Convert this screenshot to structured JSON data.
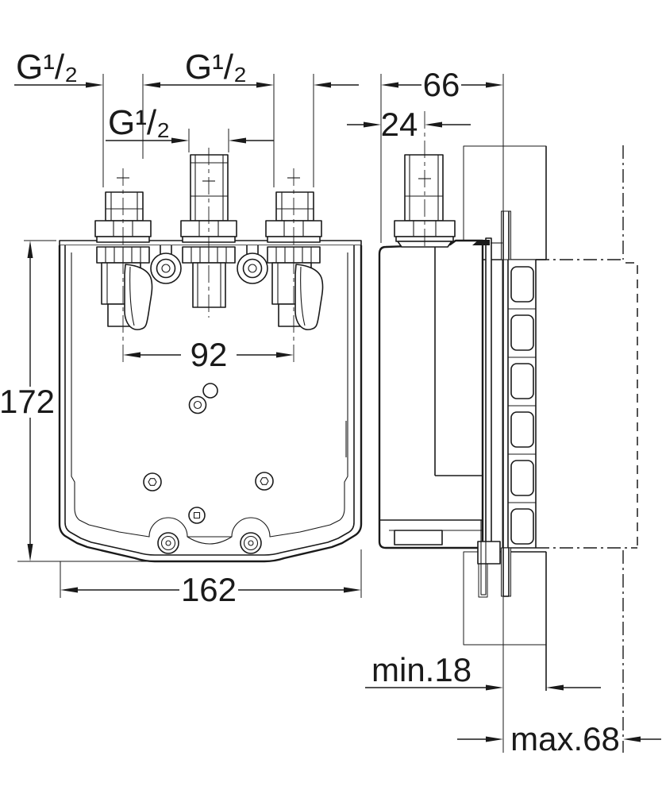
{
  "page": {
    "background": "#ffffff",
    "line_color": "#1a1a1a"
  },
  "drawing": {
    "type": "technical-dimension-drawing",
    "views": {
      "front": "concealed mixer body - front elevation",
      "side": "concealed mixer body - wall section"
    },
    "dimensions": {
      "thread_left": "G¹/₂",
      "thread_right": "G¹/₂",
      "thread_center": "G¹/₂",
      "depth_overall": "66",
      "pipe_center_offset": "24",
      "port_spacing": "92",
      "body_height": "172",
      "body_width": "162",
      "wall_min": "min.18",
      "wall_max": "max.68"
    }
  }
}
